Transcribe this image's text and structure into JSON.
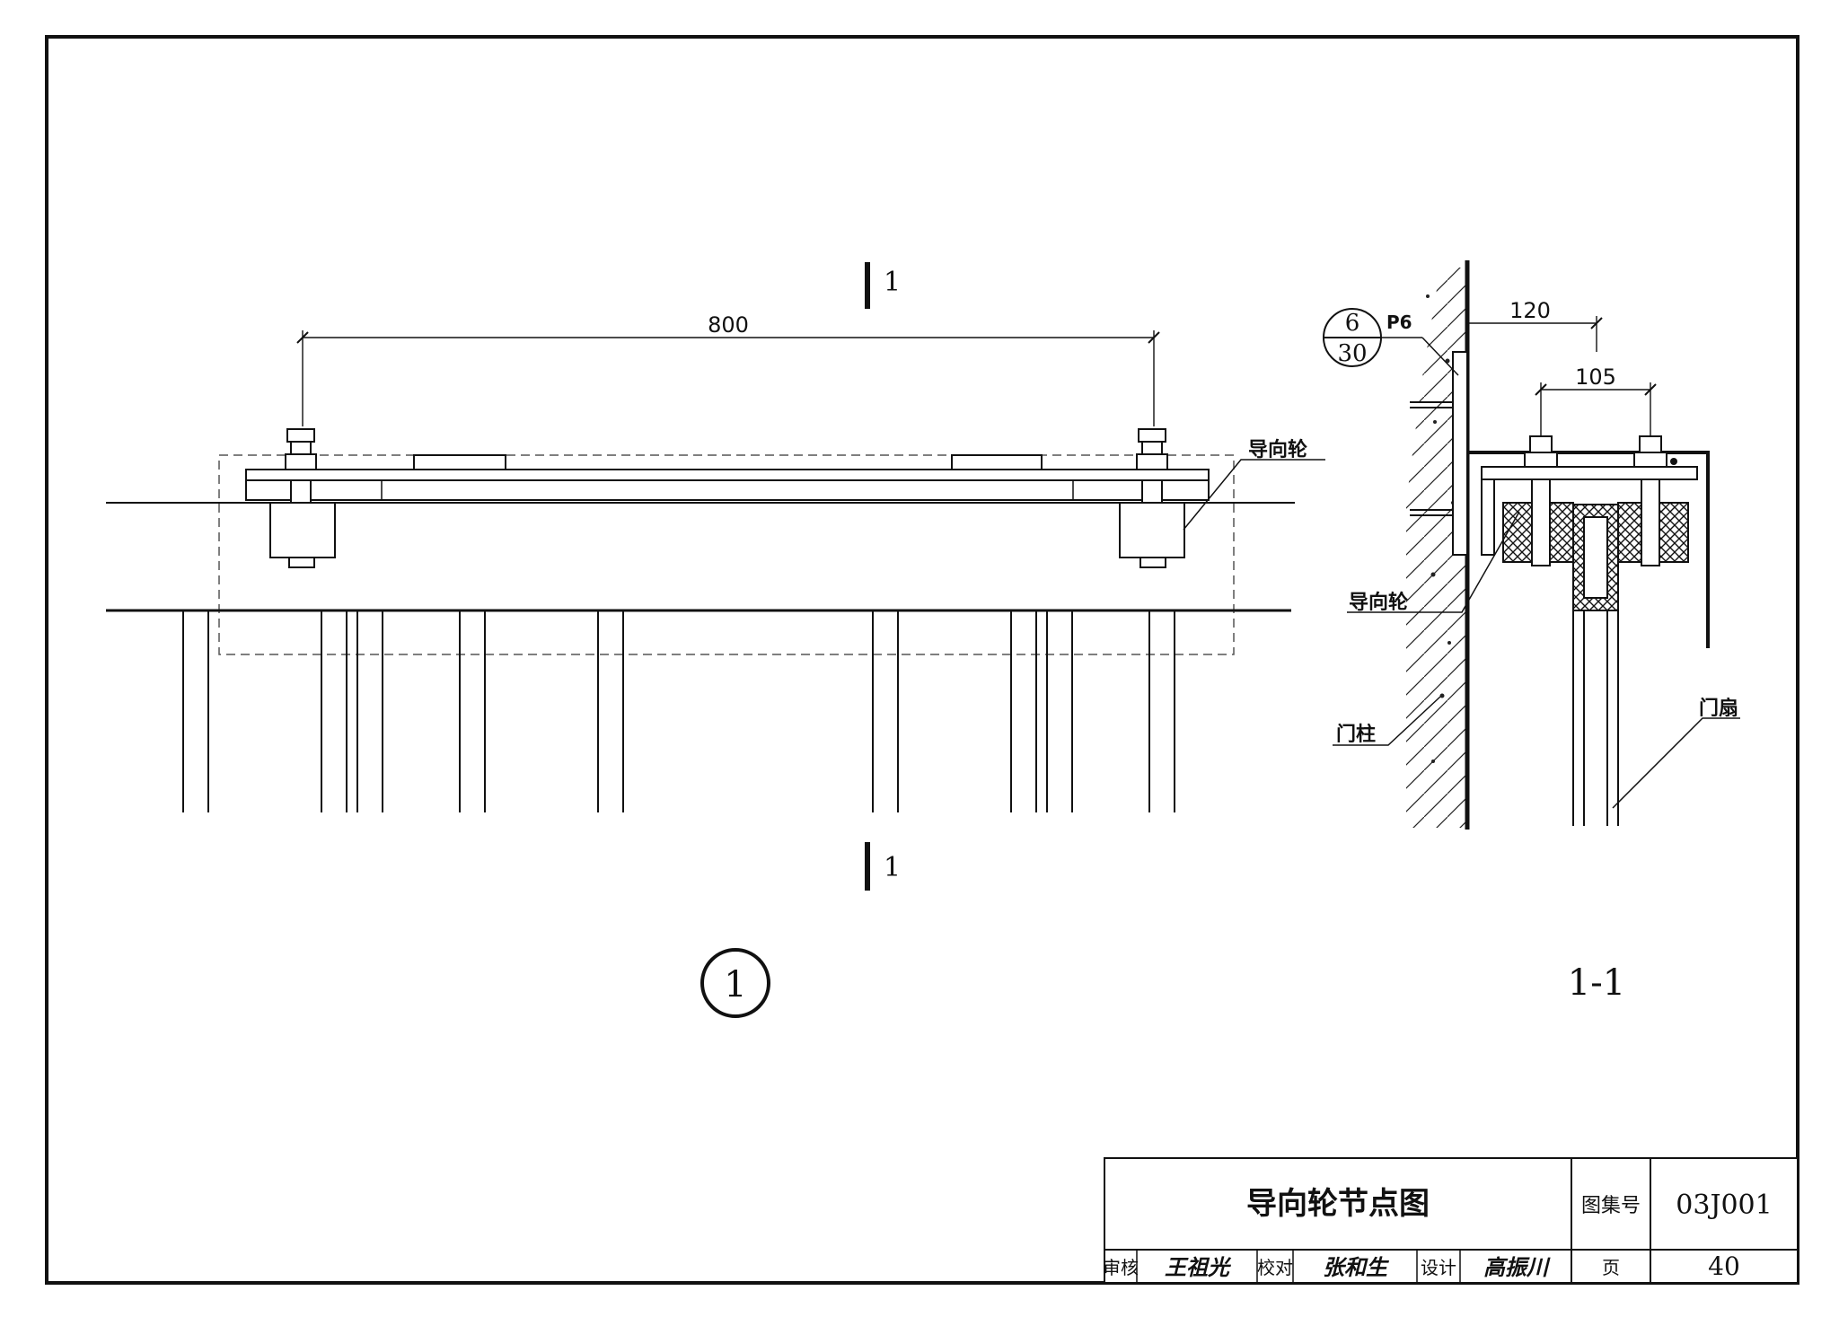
{
  "detail_view": {
    "section_mark_label": "1",
    "dimension_800": "800",
    "guide_wheel_label": "导向轮",
    "detail_number": "1"
  },
  "section_view": {
    "title": "1-1",
    "dimension_120": "120",
    "dimension_105": "105",
    "reference_numerator": "6",
    "reference_denominator": "30",
    "reference_page": "P6",
    "guide_wheel_label": "导向轮",
    "door_post_label": "门柱",
    "door_leaf_label": "门扇"
  },
  "title_block": {
    "drawing_title": "导向轮节点图",
    "atlas_label": "图集号",
    "atlas_number": "03J001",
    "review_label": "审核",
    "review_signature": "王祖光",
    "check_label": "校对",
    "check_signature": "张和生",
    "design_label": "设计",
    "design_signature": "高振川",
    "page_label": "页",
    "page_number": "40"
  }
}
